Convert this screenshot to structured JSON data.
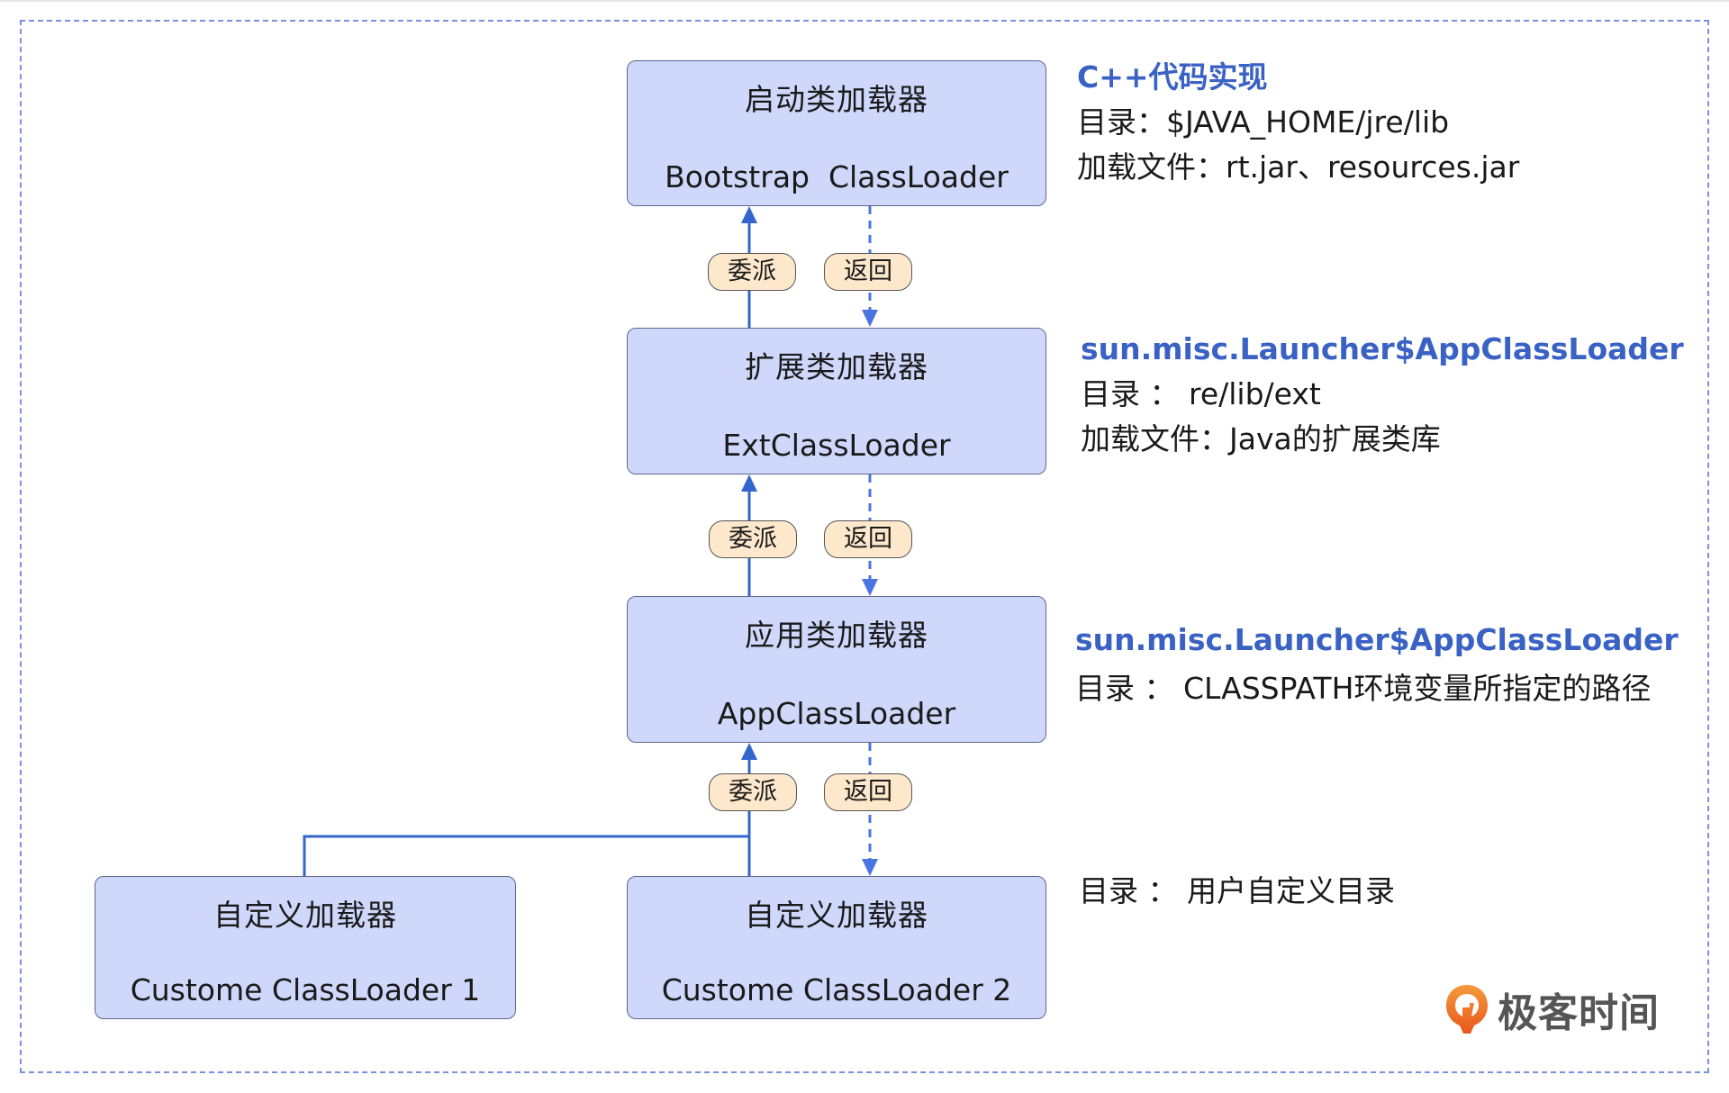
{
  "diagram": {
    "title": "Java ClassLoader parent delegation",
    "colors": {
      "box_fill": "#cfd7fb",
      "box_border": "#5d6790",
      "delegate_line": "#3366cc",
      "return_line": "#4a74e0",
      "pill_fill": "#fde8cc",
      "note_title": "#3a62c4",
      "frame": "#7d8fe0"
    },
    "nodes": [
      {
        "id": "bootstrap",
        "cn": "启动类加载器",
        "en": "Bootstrap  ClassLoader"
      },
      {
        "id": "ext",
        "cn": "扩展类加载器",
        "en": "ExtClassLoader"
      },
      {
        "id": "app",
        "cn": "应用类加载器",
        "en": "AppClassLoader"
      },
      {
        "id": "custom1",
        "cn": "自定义加载器",
        "en": "Custome ClassLoader 1"
      },
      {
        "id": "custom2",
        "cn": "自定义加载器",
        "en": "Custome ClassLoader 2"
      }
    ],
    "edges": [
      {
        "from": "ext",
        "to": "bootstrap",
        "type": "delegate",
        "label": "委派"
      },
      {
        "from": "bootstrap",
        "to": "ext",
        "type": "return",
        "label": "返回"
      },
      {
        "from": "app",
        "to": "ext",
        "type": "delegate",
        "label": "委派"
      },
      {
        "from": "ext",
        "to": "app",
        "type": "return",
        "label": "返回"
      },
      {
        "from": "custom2",
        "to": "app",
        "type": "delegate",
        "label": "委派"
      },
      {
        "from": "custom1",
        "to": "app",
        "type": "delegate",
        "label": ""
      },
      {
        "from": "app",
        "to": "custom2",
        "type": "return",
        "label": "返回"
      }
    ],
    "labels": {
      "delegate": "委派",
      "return": "返回"
    }
  },
  "notes": [
    {
      "title": "C++代码实现",
      "lines": [
        "目录：$JAVA_HOME/jre/lib",
        "加载文件：rt.jar、resources.jar"
      ]
    },
    {
      "title": "sun.misc.Launcher$AppClassLoader",
      "lines": [
        "目录 ： re/lib/ext",
        "加载文件：Java的扩展类库"
      ]
    },
    {
      "title": "sun.misc.Launcher$AppClassLoader",
      "lines": [
        "目录 ： CLASSPATH环境变量所指定的路径"
      ]
    },
    {
      "title": "",
      "lines": [
        "目录 ： 用户自定义目录"
      ]
    }
  ],
  "logo": {
    "text": "极客时间",
    "icon": "geektime-logo-icon"
  }
}
